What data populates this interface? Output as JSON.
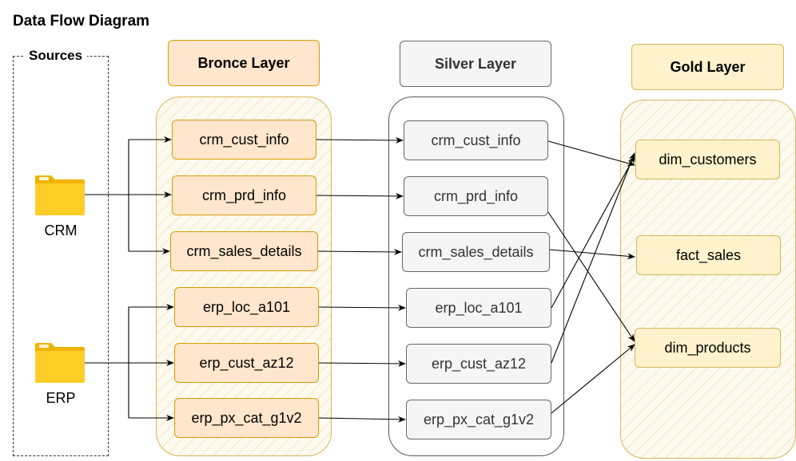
{
  "title": "Data Flow Diagram",
  "sources": {
    "label": "Sources",
    "items": [
      {
        "id": "crm",
        "label": "CRM",
        "icon": "folder-icon"
      },
      {
        "id": "erp",
        "label": "ERP",
        "icon": "folder-icon"
      }
    ]
  },
  "layers": {
    "bronze": {
      "title": "Bronce Layer",
      "nodes": [
        "crm_cust_info",
        "crm_prd_info",
        "crm_sales_details",
        "erp_loc_a101",
        "erp_cust_az12",
        "erp_px_cat_g1v2"
      ]
    },
    "silver": {
      "title": "Silver Layer",
      "nodes": [
        "crm_cust_info",
        "crm_prd_info",
        "crm_sales_details",
        "erp_loc_a101",
        "erp_cust_az12",
        "erp_px_cat_g1v2"
      ]
    },
    "gold": {
      "title": "Gold Layer",
      "nodes": [
        "dim_customers",
        "fact_sales",
        "dim_products"
      ]
    }
  },
  "edges": [
    {
      "from": "CRM",
      "to": "bronze.crm_cust_info"
    },
    {
      "from": "CRM",
      "to": "bronze.crm_prd_info"
    },
    {
      "from": "CRM",
      "to": "bronze.crm_sales_details"
    },
    {
      "from": "ERP",
      "to": "bronze.erp_loc_a101"
    },
    {
      "from": "ERP",
      "to": "bronze.erp_cust_az12"
    },
    {
      "from": "ERP",
      "to": "bronze.erp_px_cat_g1v2"
    },
    {
      "from": "bronze.crm_cust_info",
      "to": "silver.crm_cust_info"
    },
    {
      "from": "bronze.crm_prd_info",
      "to": "silver.crm_prd_info"
    },
    {
      "from": "bronze.crm_sales_details",
      "to": "silver.crm_sales_details"
    },
    {
      "from": "bronze.erp_loc_a101",
      "to": "silver.erp_loc_a101"
    },
    {
      "from": "bronze.erp_cust_az12",
      "to": "silver.erp_cust_az12"
    },
    {
      "from": "bronze.erp_px_cat_g1v2",
      "to": "silver.erp_px_cat_g1v2"
    },
    {
      "from": "silver.crm_cust_info",
      "to": "gold.dim_customers"
    },
    {
      "from": "silver.erp_loc_a101",
      "to": "gold.dim_customers"
    },
    {
      "from": "silver.erp_cust_az12",
      "to": "gold.dim_customers"
    },
    {
      "from": "silver.crm_sales_details",
      "to": "gold.fact_sales"
    },
    {
      "from": "silver.crm_prd_info",
      "to": "gold.dim_products"
    },
    {
      "from": "silver.erp_px_cat_g1v2",
      "to": "gold.dim_products"
    }
  ]
}
